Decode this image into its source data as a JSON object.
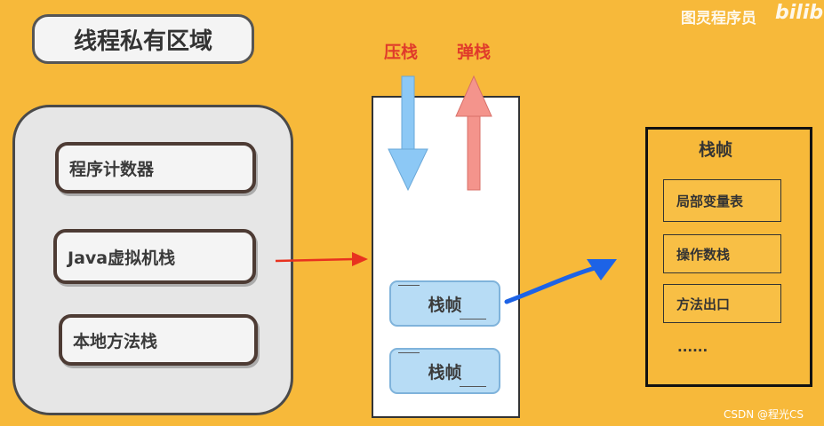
{
  "title": "线程私有区域",
  "region_items": [
    "程序计数器",
    "Java虚拟机栈",
    "本地方法栈"
  ],
  "stack_ops": {
    "push": "压栈",
    "pop": "弹栈"
  },
  "stack_frames": [
    "栈帧",
    "栈帧"
  ],
  "frame_detail": {
    "title": "栈帧",
    "rows": [
      "局部变量表",
      "操作数栈",
      "方法出口"
    ],
    "more": "......"
  },
  "watermark": {
    "brand": "图灵程序员",
    "site_logo": "bilib",
    "credit": "CSDN @程光CS"
  },
  "colors": {
    "background": "#f7b93a",
    "push_arrow": "#8cc8f5",
    "pop_arrow": "#f4948c",
    "label_red": "#e03b2b",
    "connector_red": "#e8321f",
    "connector_blue": "#1d63e6"
  }
}
